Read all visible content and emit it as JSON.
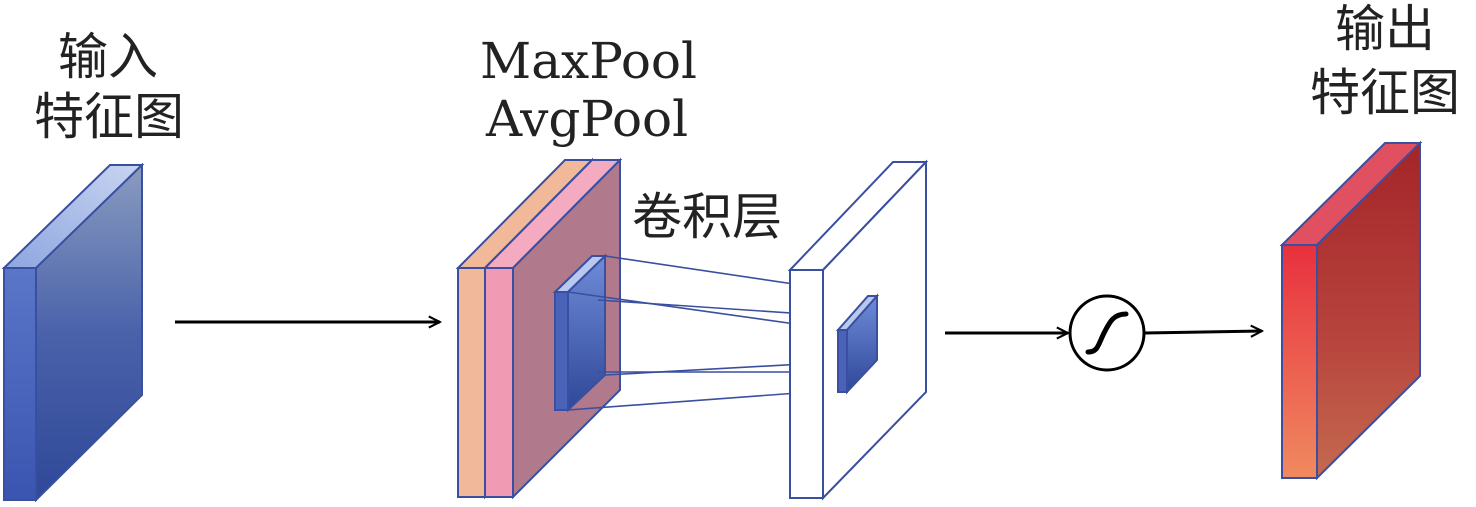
{
  "input": {
    "line1": "输入",
    "line2": "特征图"
  },
  "pool": {
    "line1": "MaxPool",
    "line2": "AvgPool"
  },
  "conv": {
    "label": "卷积层"
  },
  "output": {
    "line1": "输出",
    "line2": "特征图"
  },
  "colors": {
    "blue_dark": "#3a4fa0",
    "blue_light": "#6f8cd8",
    "orange": "#f2b89a",
    "pink": "#f09ab4",
    "mauve": "#b07a8c",
    "red": "#e8303e",
    "red_dark": "#a82a2e",
    "salmon": "#f08a60",
    "stroke": "#3a4fa0",
    "arrow": "#000000"
  },
  "icons": {
    "activation": "sigmoid-icon"
  }
}
